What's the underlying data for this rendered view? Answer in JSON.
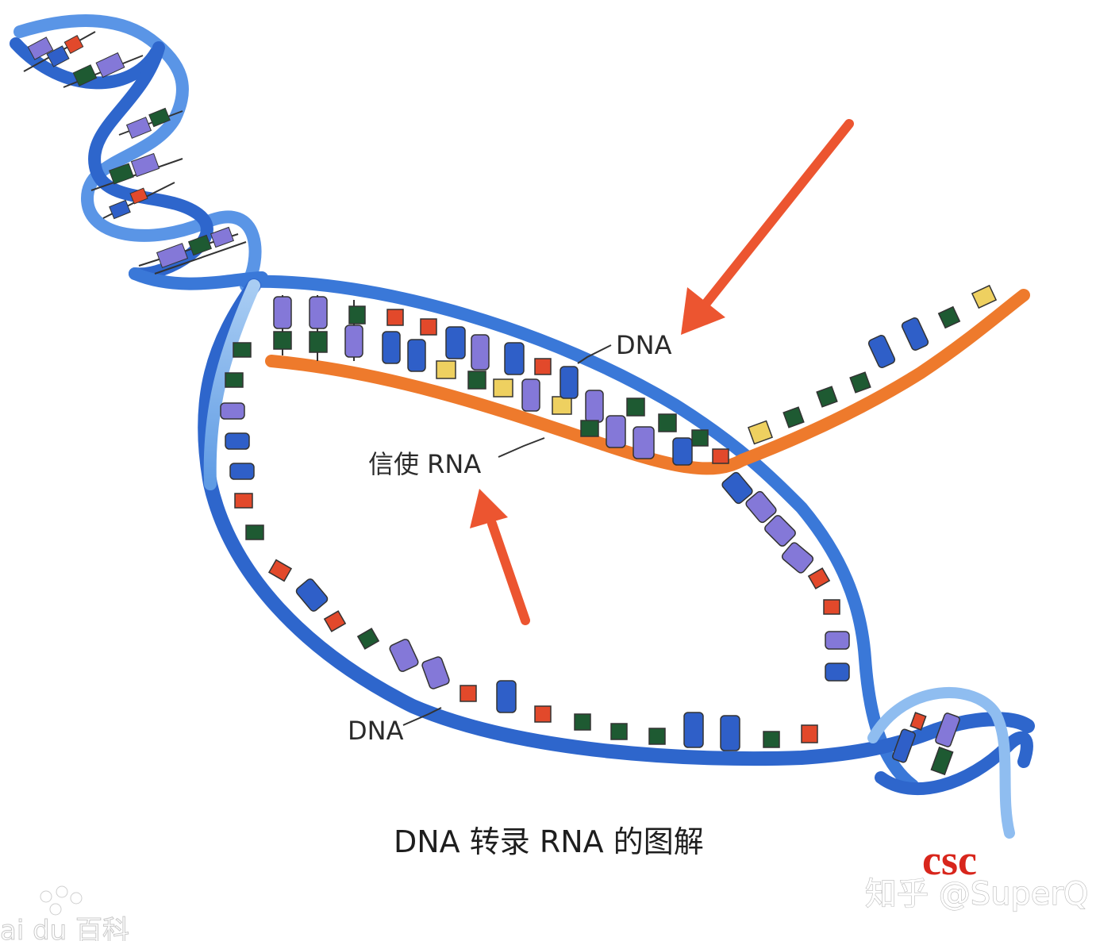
{
  "labels": {
    "dna_top": "DNA",
    "mrna": "信使 RNA",
    "dna_bottom": "DNA",
    "caption": "DNA 转录 RNA 的图解"
  },
  "branding": {
    "logo": "csc",
    "watermark": "知乎 @SuperQ",
    "baike": "ai du 百科"
  },
  "colors": {
    "dna_strand": "#3a78d8",
    "rna_strand": "#ee7a2c",
    "arrow": "#ec5530",
    "base_purple": "#8478d8",
    "base_blue": "#2f5fc8",
    "base_green": "#1e5a32",
    "base_red": "#e2492b",
    "base_yellow": "#eed060"
  }
}
